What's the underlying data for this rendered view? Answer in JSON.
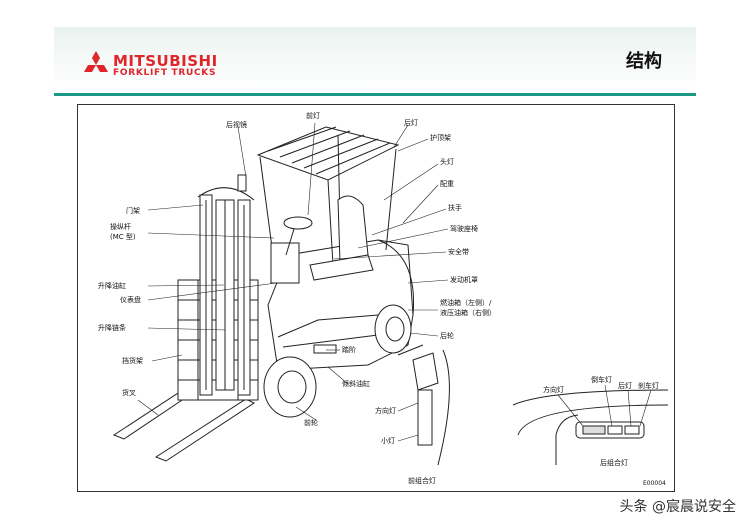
{
  "header": {
    "brand": "MITSUBISHI",
    "brand_sub": "FORKLIFT TRUCKS",
    "title": "结构"
  },
  "diagram": {
    "labels": {
      "rear_mirror": "后视镜",
      "headlight_front": "前灯",
      "rear_light": "后灯",
      "overhead_guard": "护顶架",
      "head_light": "头灯",
      "counterweight": "配重",
      "mast": "门架",
      "control_lever": "操纵杆",
      "control_lever_mc": "(MC 型)",
      "handle": "扶手",
      "seat": "驾驶座椅",
      "seatbelt": "安全带",
      "lift_cylinder": "升降油缸",
      "engine_hood": "发动机罩",
      "dashboard": "仪表盘",
      "fuel_tank": "燃油箱（左侧）/",
      "hydraulic_tank": "液压油箱（右侧）",
      "lift_chain": "升降链条",
      "rear_wheel": "后轮",
      "load_backrest": "挡货架",
      "step": "踏阶",
      "tilt_cylinder": "倾斜油缸",
      "fork": "货叉",
      "front_wheel": "前轮",
      "turn_signal": "方向灯",
      "small_light": "小灯",
      "front_combo": "前组合灯",
      "rear_turn": "方向灯",
      "side_light": "倒车灯",
      "tail_light": "后灯",
      "brake_light": "刹车灯",
      "rear_combo": "后组合灯",
      "drawing_code": "E00004"
    }
  },
  "watermark": "头条 @宸晨说安全",
  "colors": {
    "accent": "#1a9a84",
    "brand": "#e0262b"
  }
}
